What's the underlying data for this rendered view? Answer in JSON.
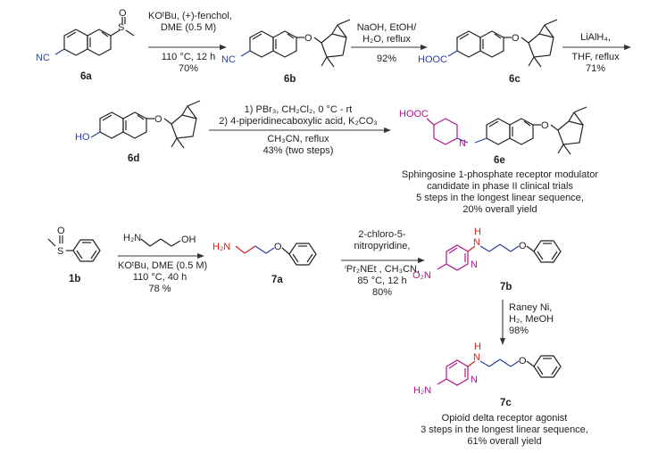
{
  "compounds": {
    "c6a": "6a",
    "c6b": "6b",
    "c6c": "6c",
    "c6d": "6d",
    "c6e": "6e",
    "c1b": "1b",
    "c7a": "7a",
    "c7b": "7b",
    "c7c": "7c"
  },
  "atoms": {
    "s": "S",
    "o": "O",
    "n": "N",
    "nc": "NC",
    "ho": "HO",
    "h": "H",
    "hooc": "HOOC",
    "h2n": "H₂N",
    "oh": "OH",
    "o2n": "O₂N"
  },
  "steps": {
    "s1": {
      "l1": "KOᵗBu, (+)-fenchol,",
      "l2": "DME (0.5 M)",
      "l3": "110 °C, 12 h",
      "l4": "70%"
    },
    "s2": {
      "l1": "NaOH, EtOH/",
      "l2": "H₂O, reflux",
      "l3": "92%"
    },
    "s3": {
      "l1": "LiAlH₄,",
      "l2": "THF, reflux",
      "l3": "71%"
    },
    "s4": {
      "l1": "1) PBr₃, CH₂Cl₂, 0 °C - rt",
      "l2": "2) 4-piperidinecaboxylic acid, K₂CO₃",
      "l3": "CH₃CN, reflux",
      "l4": "43% (two steps)"
    },
    "s5": {
      "l1": "KOᵗBu, DME (0.5 M)",
      "l2": "110 °C, 40 h",
      "l3": "78 %"
    },
    "s6": {
      "l1": "2-chloro-5-",
      "l2": "nitropyridine,",
      "l3": "ⁱPr₂NEt , CH₃CN,",
      "l4": "85 °C, 12 h",
      "l5": "80%"
    },
    "s7": {
      "l1": "Raney Ni,",
      "l2": "H₂, MeOH",
      "l3": "98%"
    }
  },
  "notes": {
    "e6": {
      "l1": "Sphingosine 1-phosphate receptor modulator",
      "l2": "candidate in phase II clinical trials",
      "l3": "5 steps in the longest linear sequence,",
      "l4": "20% overall yield"
    },
    "c7": {
      "l1": "Opioid delta receptor agonist",
      "l2": "3 steps in the longest linear sequence,",
      "l3": "61% overall yield"
    }
  },
  "colors": {
    "blue": "#2b3fa6",
    "magenta": "#b0168f",
    "red": "#d42020",
    "black": "#222222"
  }
}
